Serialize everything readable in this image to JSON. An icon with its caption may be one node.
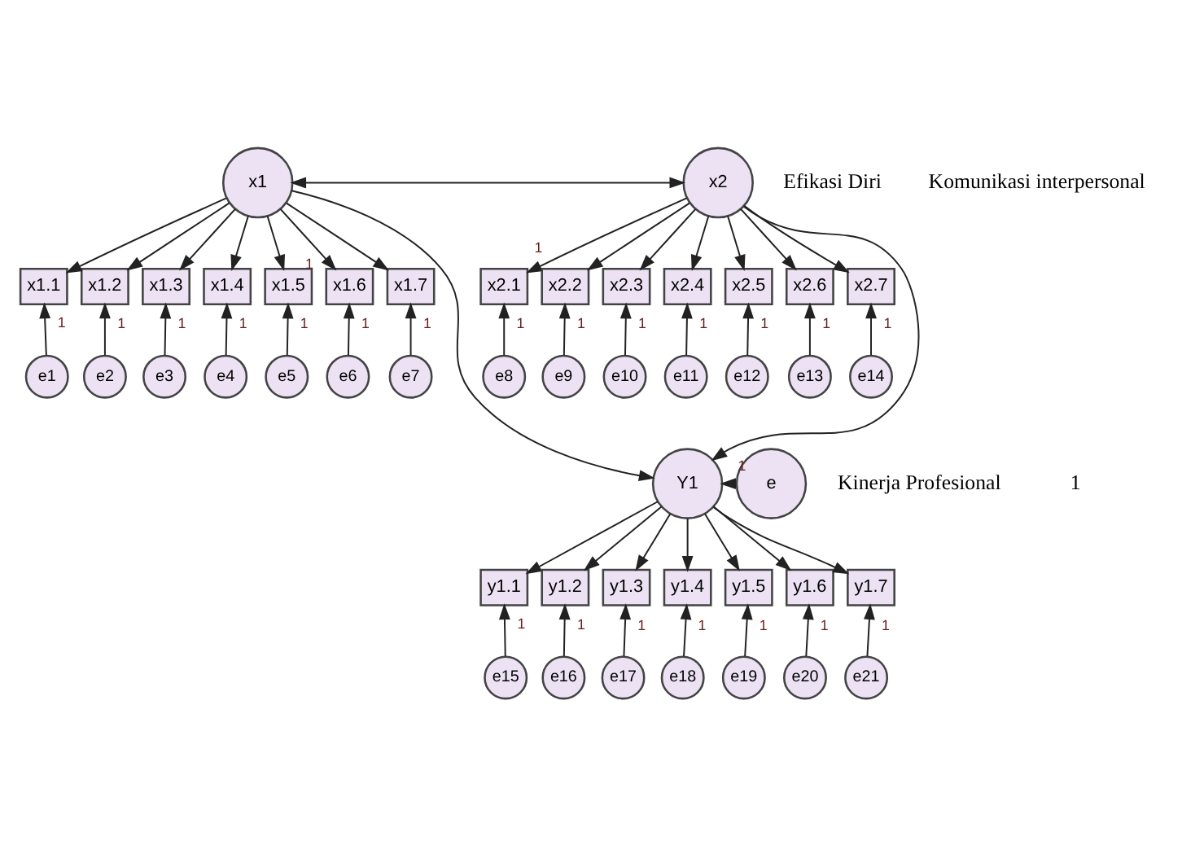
{
  "diagram": {
    "nodes": [
      {
        "text": [
          "e1"
        ]
      },
      {
        "text": [
          "e2"
        ]
      },
      {
        "text": [
          "e3"
        ]
      },
      {
        "text": [
          "e4"
        ]
      },
      {
        "text": [
          "e5"
        ]
      },
      {
        "text": [
          "e6"
        ]
      },
      {
        "text": [
          "e7"
        ]
      },
      {
        "text": [
          "x1.1"
        ]
      },
      {
        "text": [
          "x1.2"
        ]
      },
      {
        "text": [
          "x1.3"
        ]
      },
      {
        "text": [
          "x1.4"
        ]
      },
      {
        "text": [
          "x1.5"
        ]
      },
      {
        "text": [
          "x1.6"
        ]
      },
      {
        "text": [
          "x1.7"
        ]
      },
      {
        "text": [
          "x1"
        ]
      },
      {
        "text": [
          "x2"
        ]
      },
      {
        "text": [
          "x2.1"
        ]
      },
      {
        "text": [
          "x2.2"
        ]
      },
      {
        "text": [
          "x2.3"
        ]
      },
      {
        "text": [
          "x2.4"
        ]
      },
      {
        "text": [
          "x2.5"
        ]
      },
      {
        "text": [
          "x2.6"
        ]
      },
      {
        "text": [
          "x2.7"
        ]
      },
      {
        "text": [
          "e8"
        ]
      },
      {
        "text": [
          "e9"
        ]
      },
      {
        "text": [
          "e10"
        ]
      },
      {
        "text": [
          "e11"
        ]
      },
      {
        "text": [
          "e12"
        ]
      },
      {
        "text": [
          "e13"
        ]
      },
      {
        "text": [
          "e14"
        ]
      },
      {
        "text": [
          "Y1"
        ]
      },
      {
        "text": [
          "e"
        ]
      },
      {
        "text": [
          "y1.1"
        ]
      },
      {
        "text": [
          "y1.2"
        ]
      },
      {
        "text": [
          "y1.3"
        ]
      },
      {
        "text": [
          "y1.4"
        ]
      },
      {
        "text": [
          "y1.5"
        ]
      },
      {
        "text": [
          "y1.6"
        ]
      },
      {
        "text": [
          "y1.7"
        ]
      },
      {
        "text": [
          "e15"
        ]
      },
      {
        "text": [
          "e16"
        ]
      },
      {
        "text": [
          "e17"
        ]
      },
      {
        "text": [
          "e18"
        ]
      },
      {
        "text": [
          "e19"
        ]
      },
      {
        "text": [
          "e20"
        ]
      },
      {
        "text": [
          "e21"
        ]
      }
    ],
    "edges": [
      {
        "from": 0,
        "to": 7,
        "arrow": "to",
        "label": "1"
      },
      {
        "from": 1,
        "to": 8,
        "arrow": "to",
        "label": "1"
      },
      {
        "from": 2,
        "to": 9,
        "arrow": "to",
        "label": "1"
      },
      {
        "from": 3,
        "to": 10,
        "arrow": "to",
        "label": "1"
      },
      {
        "from": 4,
        "to": 11,
        "arrow": "to",
        "label": "1"
      },
      {
        "from": 5,
        "to": 12,
        "arrow": "to",
        "label": "1"
      },
      {
        "from": 6,
        "to": 13,
        "arrow": "to",
        "label": "1"
      },
      {
        "from": 14,
        "to": 7,
        "arrow": "to"
      },
      {
        "from": 14,
        "to": 8,
        "arrow": "to"
      },
      {
        "from": 14,
        "to": 9,
        "arrow": "to"
      },
      {
        "from": 14,
        "to": 10,
        "arrow": "to"
      },
      {
        "from": 14,
        "to": 11,
        "arrow": "to"
      },
      {
        "from": 14,
        "to": 12,
        "arrow": "to",
        "label": "1"
      },
      {
        "from": 14,
        "to": 13,
        "arrow": "to"
      },
      {
        "from": 14,
        "to": 15,
        "arrow": "both"
      },
      {
        "from": 15,
        "to": 16,
        "arrow": "to",
        "label": "1"
      },
      {
        "from": 15,
        "to": 17,
        "arrow": "to"
      },
      {
        "from": 15,
        "to": 18,
        "arrow": "to"
      },
      {
        "from": 15,
        "to": 19,
        "arrow": "to"
      },
      {
        "from": 15,
        "to": 20,
        "arrow": "to"
      },
      {
        "from": 15,
        "to": 21,
        "arrow": "to"
      },
      {
        "from": 15,
        "to": 22,
        "arrow": "to"
      },
      {
        "from": 23,
        "to": 16,
        "arrow": "to",
        "label": "1"
      },
      {
        "from": 24,
        "to": 17,
        "arrow": "to",
        "label": "1"
      },
      {
        "from": 25,
        "to": 18,
        "arrow": "to",
        "label": "1"
      },
      {
        "from": 26,
        "to": 19,
        "arrow": "to",
        "label": "1"
      },
      {
        "from": 27,
        "to": 20,
        "arrow": "to",
        "label": "1"
      },
      {
        "from": 28,
        "to": 21,
        "arrow": "to",
        "label": "1"
      },
      {
        "from": 29,
        "to": 22,
        "arrow": "to",
        "label": "1"
      },
      {
        "from": 14,
        "to": 30,
        "arrow": "to"
      },
      {
        "from": 15,
        "to": 30,
        "arrow": "to"
      },
      {
        "from": 31,
        "to": 30,
        "arrow": "to",
        "label": "1"
      },
      {
        "from": 30,
        "to": 32,
        "arrow": "to"
      },
      {
        "from": 30,
        "to": 33,
        "arrow": "to"
      },
      {
        "from": 30,
        "to": 34,
        "arrow": "to"
      },
      {
        "from": 30,
        "to": 35,
        "arrow": "to"
      },
      {
        "from": 30,
        "to": 36,
        "arrow": "to"
      },
      {
        "from": 30,
        "to": 37,
        "arrow": "to"
      },
      {
        "from": 30,
        "to": 38,
        "arrow": "to"
      },
      {
        "from": 39,
        "to": 32,
        "arrow": "to",
        "label": "1"
      },
      {
        "from": 40,
        "to": 33,
        "arrow": "to",
        "label": "1"
      },
      {
        "from": 41,
        "to": 34,
        "arrow": "to",
        "label": "1"
      },
      {
        "from": 42,
        "to": 35,
        "arrow": "to",
        "label": "1"
      },
      {
        "from": 43,
        "to": 36,
        "arrow": "to",
        "label": "1"
      },
      {
        "from": 44,
        "to": 37,
        "arrow": "to",
        "label": "1"
      },
      {
        "from": 45,
        "to": 38,
        "arrow": "to",
        "label": "1"
      }
    ],
    "labels": [
      "Efikasi Diri",
      "Komunikasi interpersonal",
      "Kinerja Profesional",
      "1"
    ]
  }
}
